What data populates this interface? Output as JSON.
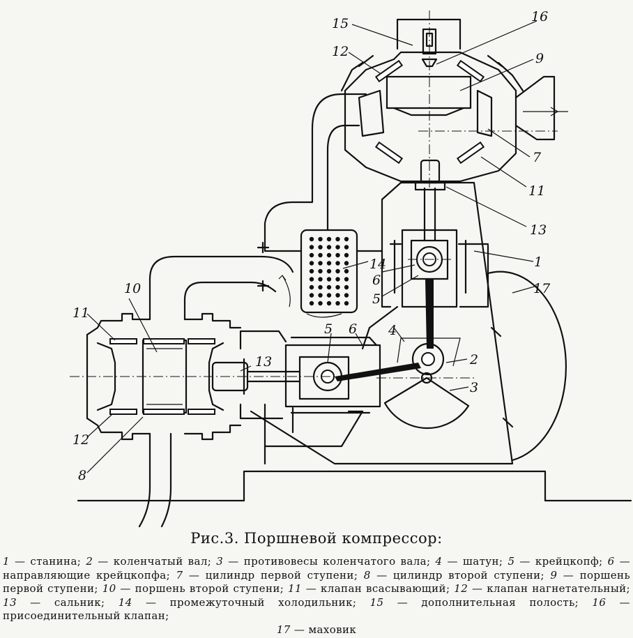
{
  "figure": {
    "caption": "Рис.3. Поршневой компрессор:",
    "labels": {
      "l1": "1",
      "l2": "2",
      "l3": "3",
      "l4": "4",
      "l5a": "5",
      "l5b": "5",
      "l6a": "6",
      "l6b": "6",
      "l7": "7",
      "l8": "8",
      "l9": "9",
      "l10": "10",
      "l11a": "11",
      "l11b": "11",
      "l12a": "12",
      "l12b": "12",
      "l13a": "13",
      "l13b": "13",
      "l14": "14",
      "l15": "15",
      "l16": "16",
      "l17": "17"
    }
  },
  "legend": [
    {
      "num": "1",
      "text": "станина;"
    },
    {
      "num": "2",
      "text": "коленчатый вал;"
    },
    {
      "num": "3",
      "text": "противовесы коленчатого вала;"
    },
    {
      "num": "4",
      "text": "шатун;"
    },
    {
      "num": "5",
      "text": "крейцкопф;"
    },
    {
      "num": "6",
      "text": "направляющие крейцкопфа;"
    },
    {
      "num": "7",
      "text": "цилиндр первой ступени;"
    },
    {
      "num": "8",
      "text": "цилиндр второй ступени;"
    },
    {
      "num": "9",
      "text": "поршень первой ступени;"
    },
    {
      "num": "10",
      "text": "поршень второй ступени;"
    },
    {
      "num": "11",
      "text": "клапан всасывающий;"
    },
    {
      "num": "12",
      "text": "клапан нагнетательный;"
    },
    {
      "num": "13",
      "text": "сальник;"
    },
    {
      "num": "14",
      "text": "промежуточный холодильник;"
    },
    {
      "num": "15",
      "text": "дополнительная полость;"
    },
    {
      "num": "16",
      "text": "присоединительный клапан;"
    },
    {
      "num": "17",
      "text": "маховик"
    }
  ]
}
